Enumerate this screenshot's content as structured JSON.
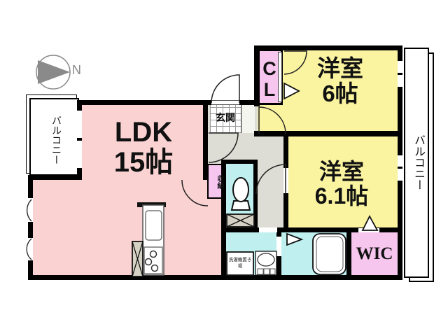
{
  "plan": {
    "compass_label": "N",
    "ldk": {
      "name": "LDK",
      "size": "15帖"
    },
    "bedroom1": {
      "name": "洋室",
      "size": "6帖"
    },
    "bedroom2": {
      "name": "洋室",
      "size": "6.1帖"
    },
    "closet_label": "CL",
    "entrance_label": "玄関",
    "storage_label": "収納",
    "wic_label": "WIC",
    "laundry_label": "洗濯機置き場",
    "balcony_left_label": "バルコニー",
    "balcony_right_label": "バルコニー"
  },
  "colors": {
    "room_pink": "#FAD2D2",
    "room_yellow": "#FAF3A0",
    "closet_pink": "#F6C6EE",
    "wet_cyan": "#BFEFEF",
    "hallway_gray": "#DDDDD5",
    "hatch_beige": "#D5D1C5",
    "wall_black": "#000000"
  }
}
